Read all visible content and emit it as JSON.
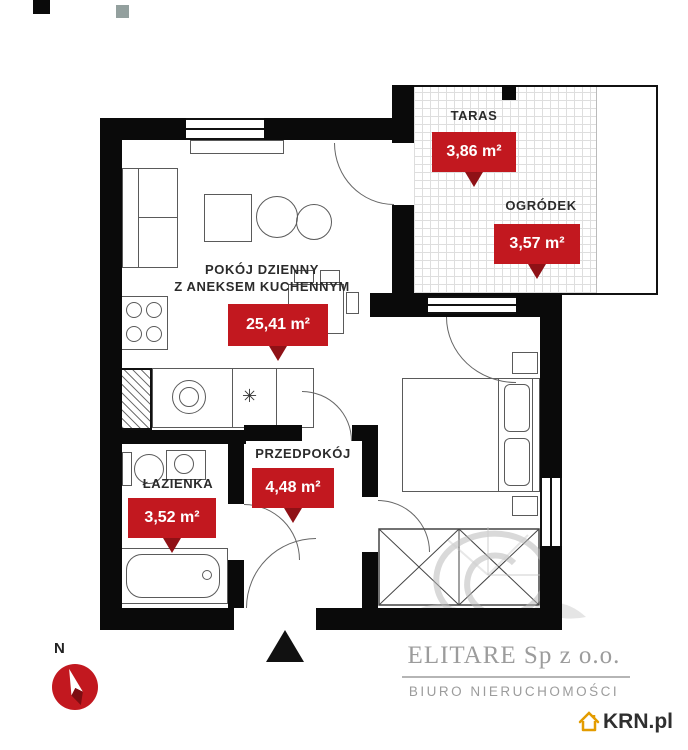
{
  "rooms": {
    "living": {
      "name_line1": "POKÓJ DZIENNY",
      "name_line2": "Z ANEKSEM KUCHENNYM",
      "area": "25,41 m²"
    },
    "taras": {
      "name": "TARAS",
      "area": "3,86 m²"
    },
    "ogrodek": {
      "name": "OGRÓDEK",
      "area": "3,57 m²"
    },
    "przedpokoj": {
      "name": "PRZEDPOKÓJ",
      "area": "4,48 m²"
    },
    "lazienka": {
      "name": "ŁAZIENKA",
      "area": "3,52 m²"
    }
  },
  "compass": {
    "north_label": "N"
  },
  "branding": {
    "company": "ELITARE Sp z o.o.",
    "tagline": "BIURO NIERUCHOMOŚCI"
  },
  "portal_logo": {
    "text": "KRN.pl"
  },
  "symbols": {
    "fixture_star": "✳"
  },
  "colors": {
    "area_badge": "#c2181f",
    "badge_pointer": "#8f1116",
    "wall": "#0a0a0a",
    "furniture_line": "#5a5a5a",
    "watermark_gray": "#9c9c9c",
    "logo_house": "#e39c00",
    "logo_text": "#2f2f2f"
  }
}
